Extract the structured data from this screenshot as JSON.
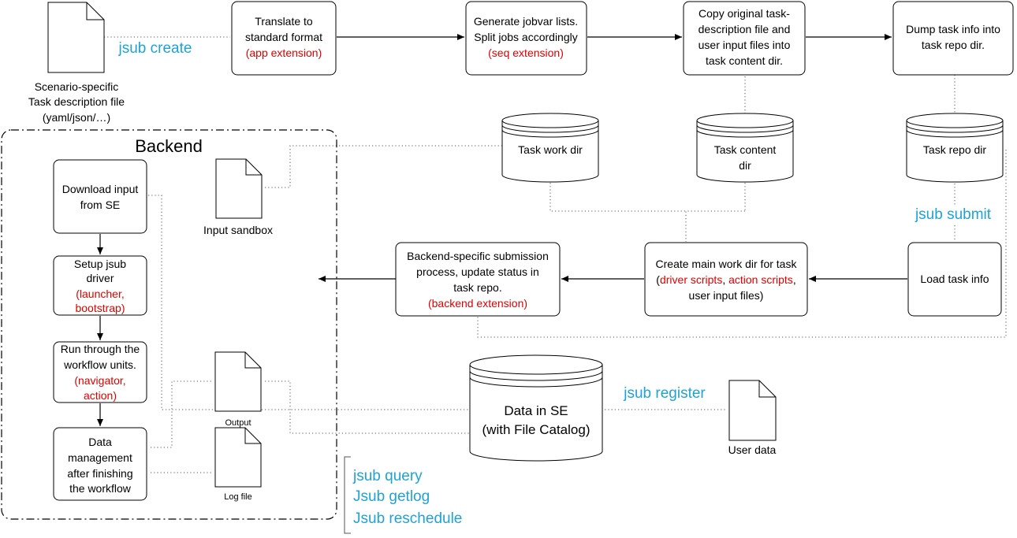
{
  "commands": {
    "create": "jsub create",
    "submit": "jsub submit",
    "register": "jsub register",
    "query": "jsub query",
    "getlog": "Jsub getlog",
    "reschedule": "Jsub reschedule"
  },
  "task_file": {
    "lines": [
      "Scenario-specific",
      "Task description file",
      "(yaml/json/…)"
    ]
  },
  "translate": {
    "lines": [
      "Translate to",
      "standard format"
    ],
    "ext": "(app extension)"
  },
  "generate": {
    "lines": [
      "Generate jobvar lists.",
      "Split jobs accordingly"
    ],
    "ext": "(seq extension)"
  },
  "copy": {
    "lines": [
      "Copy original task-",
      "description file and",
      "user input files into",
      "task content dir."
    ]
  },
  "dump": {
    "lines": [
      "Dump task info into",
      "task repo dir."
    ]
  },
  "work_dir": {
    "lines": [
      "Task work dir"
    ]
  },
  "content_dir": {
    "lines": [
      "Task content",
      "dir"
    ]
  },
  "repo_dir": {
    "lines": [
      "Task repo dir"
    ]
  },
  "load": {
    "lines": [
      "Load task info"
    ]
  },
  "create_main": {
    "line1": "Create main work dir for task",
    "open_paren": "(",
    "driver": "driver scripts",
    "comma": ", ",
    "action": "action scripts",
    "trail": ",",
    "line3": "user input files)"
  },
  "backend_submit": {
    "lines": [
      "Backend-specific submission",
      "process, update status in",
      "task repo."
    ],
    "ext": "(backend extension)"
  },
  "backend": {
    "title": "Backend",
    "download": {
      "lines": [
        "Download input",
        "from SE"
      ]
    },
    "setup": {
      "lines": [
        "Setup jsub",
        "driver"
      ],
      "ext": [
        "(launcher,",
        "bootstrap)"
      ]
    },
    "run": {
      "lines": [
        "Run through the",
        "workflow units."
      ],
      "ext": [
        "(navigator,",
        "action)"
      ]
    },
    "manage": {
      "lines": [
        "Data",
        "management",
        "after finishing",
        "the workflow"
      ]
    },
    "input_sandbox": "Input sandbox",
    "output": "Output",
    "log": "Log file"
  },
  "se": {
    "lines": [
      "Data in SE",
      "(with File Catalog)"
    ]
  },
  "user_data": "User data",
  "colors": {
    "command": "#1fa3d6",
    "extension": "#e00000"
  }
}
